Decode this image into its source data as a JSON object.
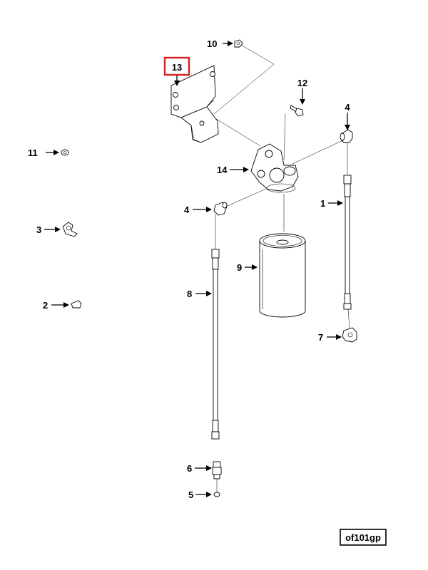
{
  "diagram": {
    "drawing_code": "of101gp",
    "highlight_color": "#d62020",
    "callouts": {
      "c1": "1",
      "c2": "2",
      "c3": "3",
      "c4a": "4",
      "c4b": "4",
      "c5": "5",
      "c6": "6",
      "c7": "7",
      "c8": "8",
      "c9": "9",
      "c10": "10",
      "c11": "11",
      "c12": "12",
      "c13": "13",
      "c14": "14"
    }
  }
}
